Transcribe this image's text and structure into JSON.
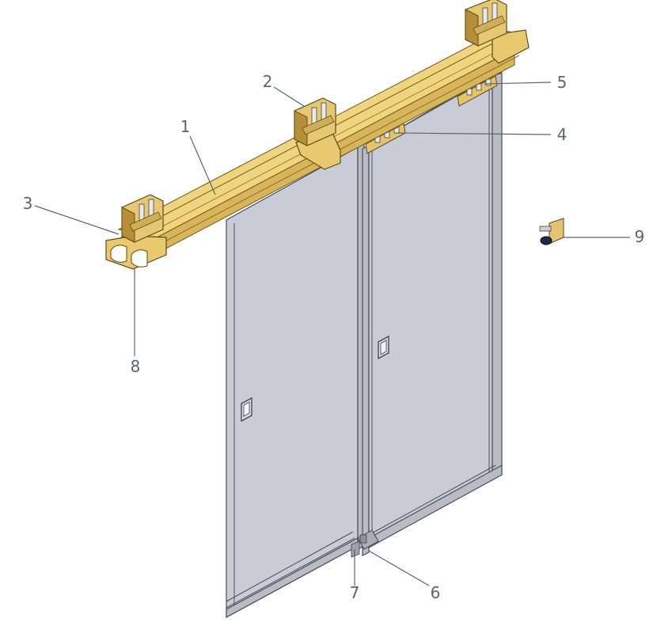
{
  "callouts": [
    {
      "id": "1",
      "label": "1"
    },
    {
      "id": "2",
      "label": "2"
    },
    {
      "id": "3",
      "label": "3"
    },
    {
      "id": "4",
      "label": "4"
    },
    {
      "id": "5",
      "label": "5"
    },
    {
      "id": "6",
      "label": "6"
    },
    {
      "id": "7",
      "label": "7"
    },
    {
      "id": "8",
      "label": "8"
    },
    {
      "id": "9",
      "label": "9"
    }
  ],
  "colors": {
    "rail": "#f0d57e",
    "rail_shadow": "#d9b55a",
    "door": "#c9ccd6",
    "outline": "#4a4e57",
    "callout_text": "#5a6470"
  }
}
